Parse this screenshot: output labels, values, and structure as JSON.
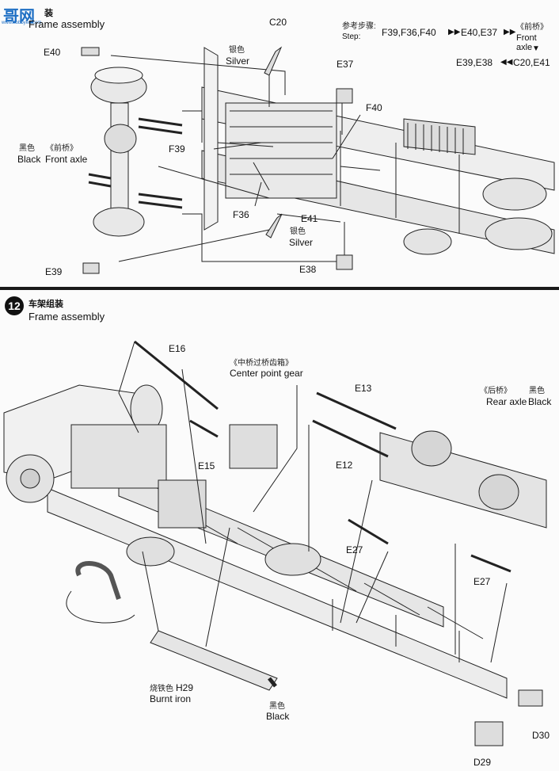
{
  "top": {
    "title_cn": "装",
    "title_en": "Frame assembly",
    "logo": {
      "text": "哥网",
      "sub": "www.hobbyen.com",
      "color": "#1e6fc4"
    },
    "step": {
      "label_cn": "参考步骤:",
      "label_en": "Step:",
      "seq_a": "F39,F36,F40",
      "seq_b": "E40,E37",
      "front_cn": "《前桥》",
      "front_en": "Front axle",
      "seq_c": "E39,E38",
      "seq_d": "C20,E41"
    },
    "parts": {
      "e40": "E40",
      "c20": "C20",
      "silver_cn_1": "银色",
      "silver_en_1": "Silver",
      "e37": "E37",
      "f40": "F40",
      "black_cn": "黑色",
      "front_axle_cn": "《前桥》",
      "black_en": "Black",
      "front_axle_en": "Front axle",
      "f39": "F39",
      "f36": "F36",
      "e41": "E41",
      "silver_cn_2": "银色",
      "silver_en_2": "Silver",
      "e39": "E39",
      "e38": "E38"
    }
  },
  "bottom": {
    "step_number": "12",
    "title_cn": "车架组装",
    "title_en": "Frame assembly",
    "parts": {
      "e16": "E16",
      "center_cn": "《中桥过桥齿箱》",
      "center_en": "Center point gear",
      "e13": "E13",
      "rear_axle_cn": "《后桥》",
      "rear_axle_en": "Rear axle",
      "black_cn_1": "黑色",
      "black_en_1": "Black",
      "e15": "E15",
      "e12": "E12",
      "e27_a": "E27",
      "e27_b": "E27",
      "burnt_cn": "烧铁色",
      "h29": "H29",
      "burnt_en": "Burnt iron",
      "black_cn_2": "黑色",
      "black_en_2": "Black",
      "d30": "D30",
      "d29": "D29"
    }
  }
}
